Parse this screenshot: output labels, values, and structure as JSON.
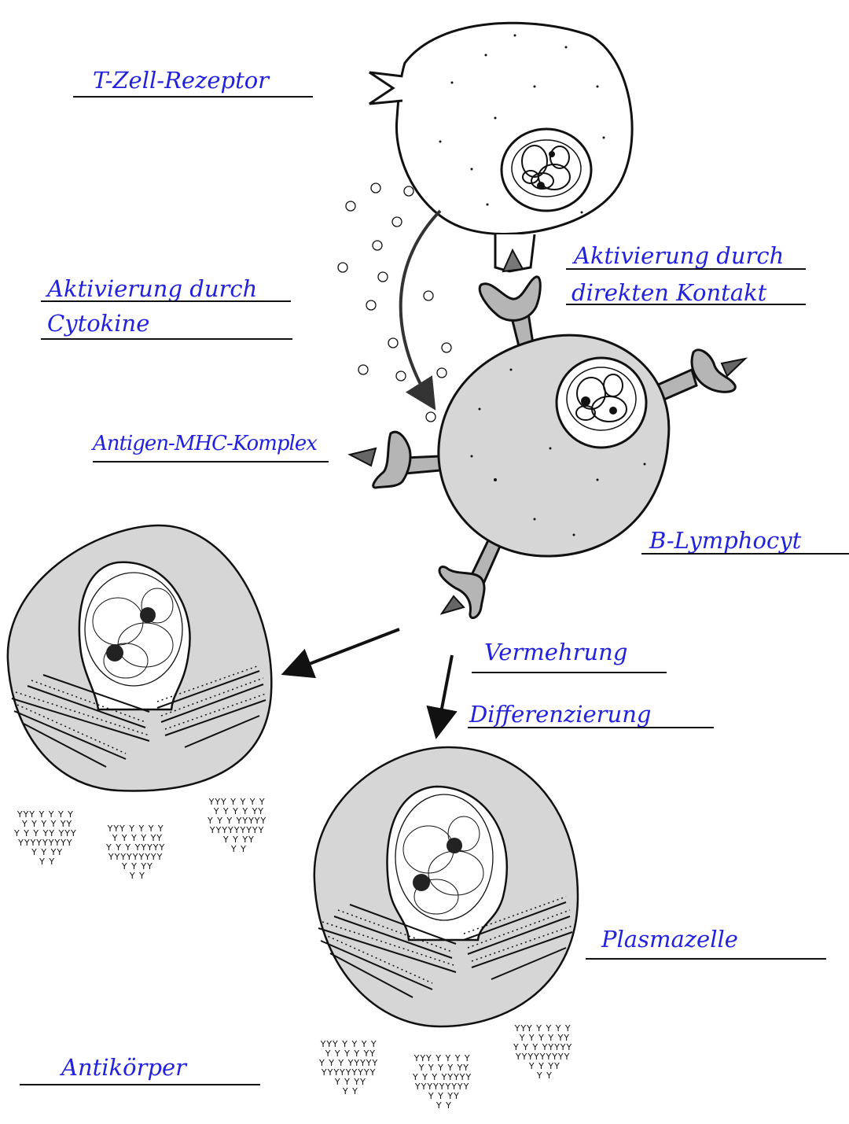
{
  "labels": {
    "t_cell_receptor": "T-Zell-Rezeptor",
    "activation_cytokines_1": "Aktivierung durch",
    "activation_cytokines_2": "Cytokine",
    "activation_contact_1": "Aktivierung durch",
    "activation_contact_2": "direkten Kontakt",
    "antigen_mhc": "Antigen-MHC-Komplex",
    "b_lymphocyte": "B-Lymphocyt",
    "proliferation": "Vermehrung",
    "differentiation": "Differenzierung",
    "plasma_cell": "Plasmazelle",
    "antibody": "Antikörper"
  },
  "colors": {
    "label_text": "#2222dd",
    "cell_fill": "#d6d6d6",
    "receptor_fill": "#b5b5b5",
    "outline": "#111111"
  },
  "icons": {
    "t_cell": "t-cell-icon",
    "b_cell": "b-lymphocyte-icon",
    "plasma_cell": "plasma-cell-icon",
    "antibody": "antibody-y-glyph"
  }
}
